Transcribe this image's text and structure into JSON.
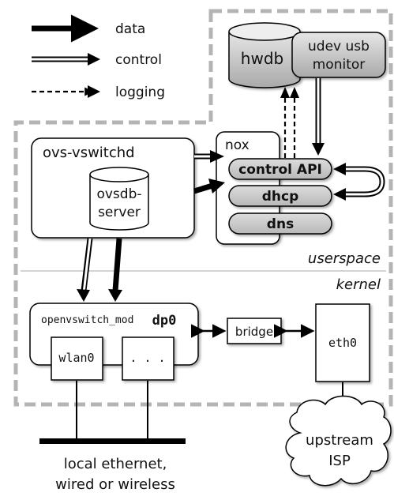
{
  "legend": {
    "data": "data",
    "control": "control",
    "logging": "logging"
  },
  "components": {
    "hwdb": "hwdb",
    "udev_line1": "udev usb",
    "udev_line2": "monitor",
    "nox": "nox",
    "control_api": "control API",
    "dhcp": "dhcp",
    "dns": "dns",
    "ovs_vswitchd": "ovs-vswitchd",
    "ovsdb_line1": "ovsdb-",
    "ovsdb_line2": "server",
    "openvswitch_mod": "openvswitch_mod",
    "dp0": "dp0",
    "wlan0": "wlan0",
    "port_more": ". . .",
    "bridge": "bridge",
    "eth0": "eth0",
    "upstream_line1": "upstream",
    "upstream_line2": "ISP"
  },
  "regions": {
    "userspace": "userspace",
    "kernel": "kernel"
  },
  "network": {
    "line1": "local ethernet,",
    "line2": "wired or wireless"
  }
}
